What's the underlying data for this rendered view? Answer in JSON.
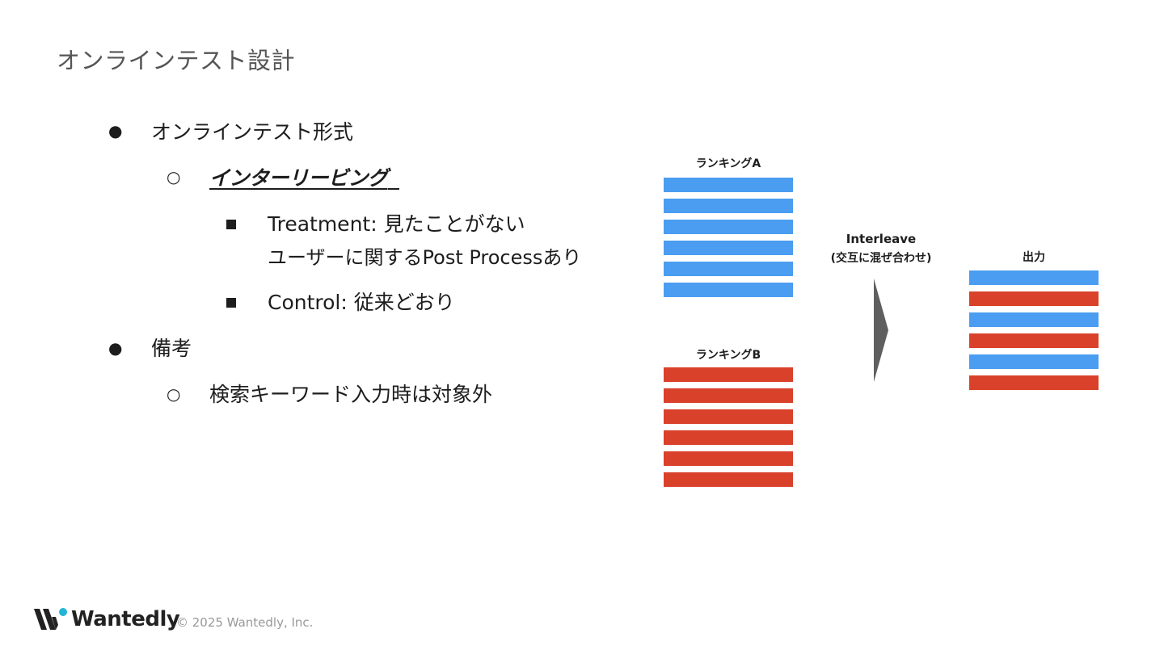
{
  "slide": {
    "title": "オンラインテスト設計"
  },
  "bullets": {
    "item1": "オンラインテスト形式",
    "item1_sub": "インターリービング",
    "treatment_line1": "Treatment: 見たことがない",
    "treatment_line2": "ユーザーに関するPost Processあり",
    "control": "Control: 従来どおり",
    "item2": "備考",
    "item2_sub": "検索キーワード入力時は対象外"
  },
  "diagram": {
    "ranking_a_label": "ランキングA",
    "ranking_b_label": "ランキングB",
    "interleave_label": "Interleave",
    "interleave_sub": "(交互に混ぜ合わせ)",
    "output_label": "出力",
    "colors": {
      "blue": "#4a9df0",
      "red": "#d9412b",
      "arrow": "#5f5f5f"
    },
    "ranking_a_bars": [
      "blue",
      "blue",
      "blue",
      "blue",
      "blue",
      "blue"
    ],
    "ranking_b_bars": [
      "red",
      "red",
      "red",
      "red",
      "red",
      "red"
    ],
    "output_bars": [
      "blue",
      "red",
      "blue",
      "red",
      "blue",
      "red"
    ]
  },
  "footer": {
    "logo_text": "Wantedly",
    "copyright": "© 2025 Wantedly, Inc."
  }
}
